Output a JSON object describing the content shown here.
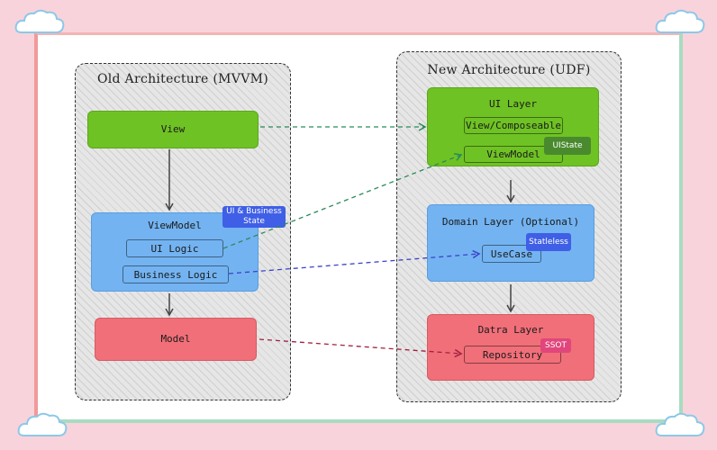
{
  "old_arch": {
    "title": "Old Architecture (MVVM)",
    "view": "View",
    "viewmodel": {
      "label": "ViewModel",
      "ui_logic": "UI Logic",
      "business_logic": "Business Logic",
      "tag": "UI & Business State"
    },
    "model": "Model"
  },
  "new_arch": {
    "title": "New Architecture (UDF)",
    "ui_layer": {
      "label": "UI Layer",
      "view_composeable": "View/Composeable",
      "viewmodel": "ViewModel",
      "tag": "UIState"
    },
    "domain_layer": {
      "label": "Domain Layer (Optional)",
      "usecase": "UseCase",
      "tag": "Statleless"
    },
    "data_layer": {
      "label": "Datra Layer",
      "repository": "Repository",
      "tag": "SSOT"
    }
  },
  "colors": {
    "green": "#6fc224",
    "blue": "#73b3f1",
    "red": "#f06f78",
    "tag_green": "#4a8a2e",
    "tag_blue": "#3f5fe6",
    "tag_pink": "#e0467c",
    "arrow_green": "#2a8a5a",
    "arrow_blue": "#3a44c8",
    "arrow_red": "#a02040"
  }
}
